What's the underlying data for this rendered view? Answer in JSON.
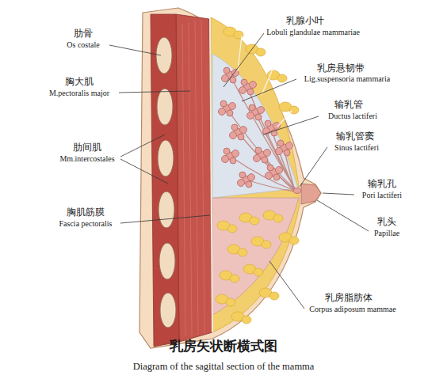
{
  "diagram": {
    "title": "乳房矢状断横式图",
    "caption": "Diagram of the sagittal section of the mamma",
    "labels": [
      "肋骨",
      "Os costale",
      "胸大肌",
      "M.pectoralis major",
      "肋间肌",
      "Mm.intercostales",
      "胸肌筋膜",
      "Fascia pectoralis",
      "乳腺小叶",
      "Lobuli glandulae mammariae",
      "乳房悬韧带",
      "Lig.suspensoria mammaria",
      "输乳管",
      "Ductus lactiferi",
      "输乳管窦",
      "Sinus lactiferi",
      "输乳孔",
      "Pori lactiferi",
      "乳头",
      "Papillae",
      "乳房脂肪体",
      "Corpus adiposum mammae"
    ]
  }
}
